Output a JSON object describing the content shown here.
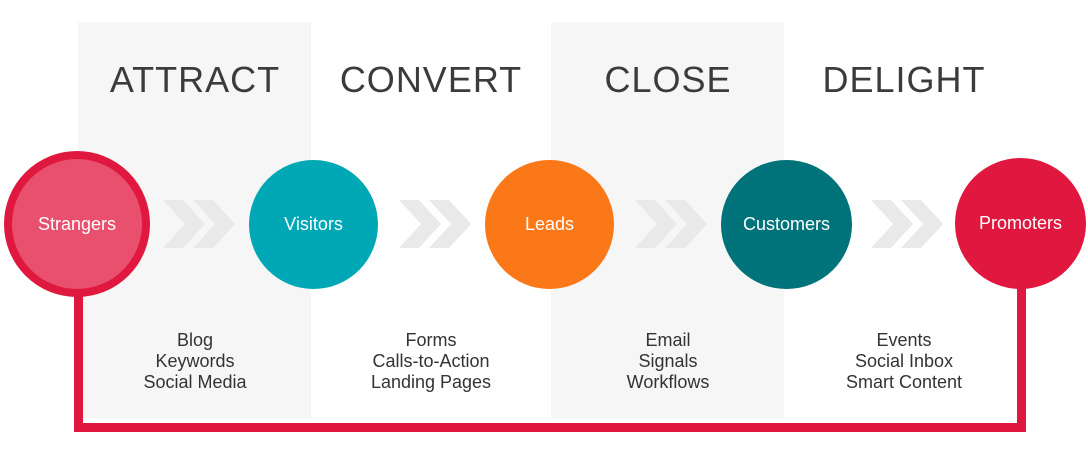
{
  "phases": [
    {
      "label": "ATTRACT",
      "tools": [
        "Blog",
        "Keywords",
        "Social Media"
      ]
    },
    {
      "label": "CONVERT",
      "tools": [
        "Forms",
        "Calls-to-Action",
        "Landing Pages"
      ]
    },
    {
      "label": "CLOSE",
      "tools": [
        "Email",
        "Signals",
        "Workflows"
      ]
    },
    {
      "label": "DELIGHT",
      "tools": [
        "Events",
        "Social Inbox",
        "Smart Content"
      ]
    }
  ],
  "stages": [
    {
      "label": "Strangers",
      "color": "#e8506e",
      "ring": "#e0173f"
    },
    {
      "label": "Visitors",
      "color": "#00a8b5"
    },
    {
      "label": "Leads",
      "color": "#fb7819"
    },
    {
      "label": "Customers",
      "color": "#00737a"
    },
    {
      "label": "Promoters",
      "color": "#e0173f"
    }
  ],
  "colors": {
    "loop": "#e0173f",
    "chevron": "#e9e9ea",
    "panel": "#f6f6f6"
  }
}
